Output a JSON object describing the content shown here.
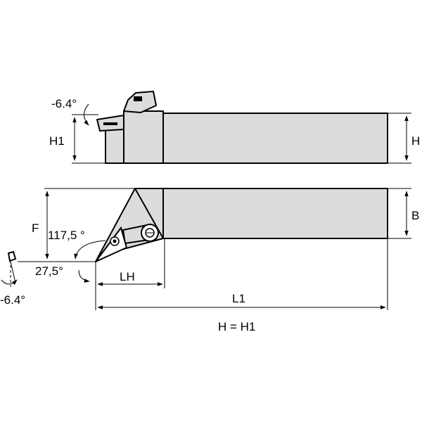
{
  "labels": {
    "angle_top": "-6.4°",
    "h1": "H1",
    "h": "H",
    "b": "B",
    "f": "F",
    "angle_117": "117,5 °",
    "angle_27": "27,5°",
    "angle_bottom": "-6.4°",
    "lh": "LH",
    "l1": "L1",
    "formula": "H = H1"
  },
  "colors": {
    "body_fill": "#dcdcdc",
    "line": "#000000",
    "background": "#ffffff"
  }
}
